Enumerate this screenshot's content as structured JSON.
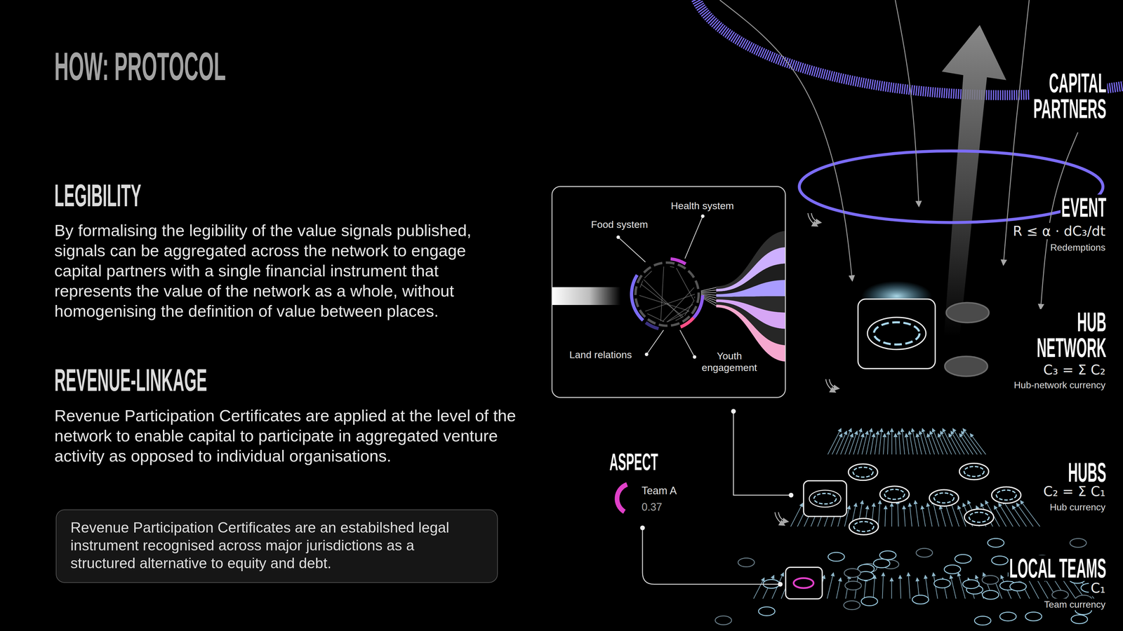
{
  "diagram": {
    "title": "HOW: PROTOCOL",
    "nodes": [
      {
        "text": [
          "Food system",
          "Health system",
          "Land relations",
          "Youth engagement"
        ]
      },
      {
        "text": [
          "Revenue Participation Certificates are an estabilshed legal instrument recognised across major jurisdictions as a structured alternative to equity and debt."
        ]
      }
    ],
    "labels": [
      "LEGIBILITY",
      "By formalising the legibility of the value signals published, signals can be aggregated across the network to engage capital partners with a single financial instrument that represents the value of the network as a whole, without homogenising the definition of value between places.",
      "REVENUE-LINKAGE",
      "Revenue Participation Certificates are applied at the level of the network to enable capital to participate in aggregated venture activity as opposed to individual organisations.",
      "ASPECT",
      "Team A",
      "0.37",
      "CAPITAL PARTNERS",
      "EVENT",
      "R ≤ α · dC₃/dt",
      "Redemptions",
      "HUB NETWORK",
      "C₃ = Σ C₂",
      "Hub-network currency",
      "HUBS",
      "C₂ = Σ C₁",
      "Hub currency",
      "LOCAL TEAMS",
      "C₁",
      "Team currency"
    ]
  }
}
